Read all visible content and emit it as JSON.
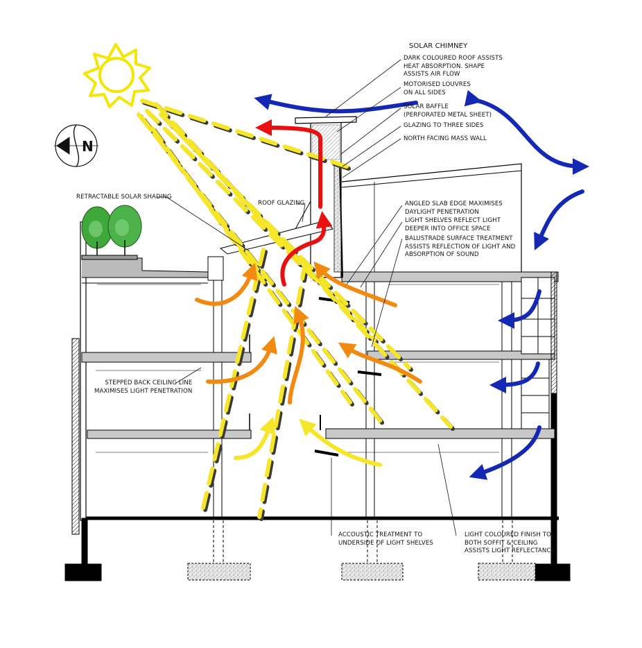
{
  "diagram": {
    "compass_letter": "N",
    "colors": {
      "cool_air": "#1428b4",
      "hot_air": "#e81010",
      "warm_air": "#f28a12",
      "light": "#f5e62a",
      "sun": "#f5e600",
      "tree": "#3ea83a",
      "structure": "#000000"
    },
    "icons": [
      "sun-icon",
      "north-compass-icon",
      "tree-icon"
    ],
    "labels": {
      "solar_chimney": "SOLAR CHIMNEY",
      "dark_roof": "DARK COLOURED ROOF ASSISTS\nHEAT ABSORPTION. SHAPE\nASSISTS AIR FLOW",
      "motorised_louvres": "MOTORISED LOUVRES\nON ALL SIDES",
      "solar_baffle": "SOLAR BAFFLE\n(PERFORATED METAL SHEET)",
      "glazing_three_sides": "GLAZING TO THREE SIDES",
      "north_mass_wall": "NORTH FACING MASS WALL",
      "retractable_shading": "RETRACTABLE SOLAR SHADING",
      "roof_glazing": "ROOF GLAZING",
      "angled_slab": "ANGLED SLAB EDGE MAXIMISES\nDAYLIGHT PENETRATION",
      "light_shelves": "LIGHT SHELVES REFLECT LIGHT\nDEEPER INTO OFFICE SPACE",
      "balustrade": "BALUSTRADE SURFACE TREATMENT\nASSISTS REFLECTION OF LIGHT AND\nABSORPTION OF SOUND",
      "stepped_ceiling": "STEPPED BACK CEILING LINE\nMAXIMISES LIGHT PENETRATION",
      "acoustic": "ACCOUSTIC TREATMENT TO\nUNDERSIDE OF LIGHT SHELVES",
      "light_finish": "LIGHT COLOURED FINISH TO\nBOTH SOFFIT & CEILING\nASSISTS LIGHT REFLECTANCE"
    }
  }
}
